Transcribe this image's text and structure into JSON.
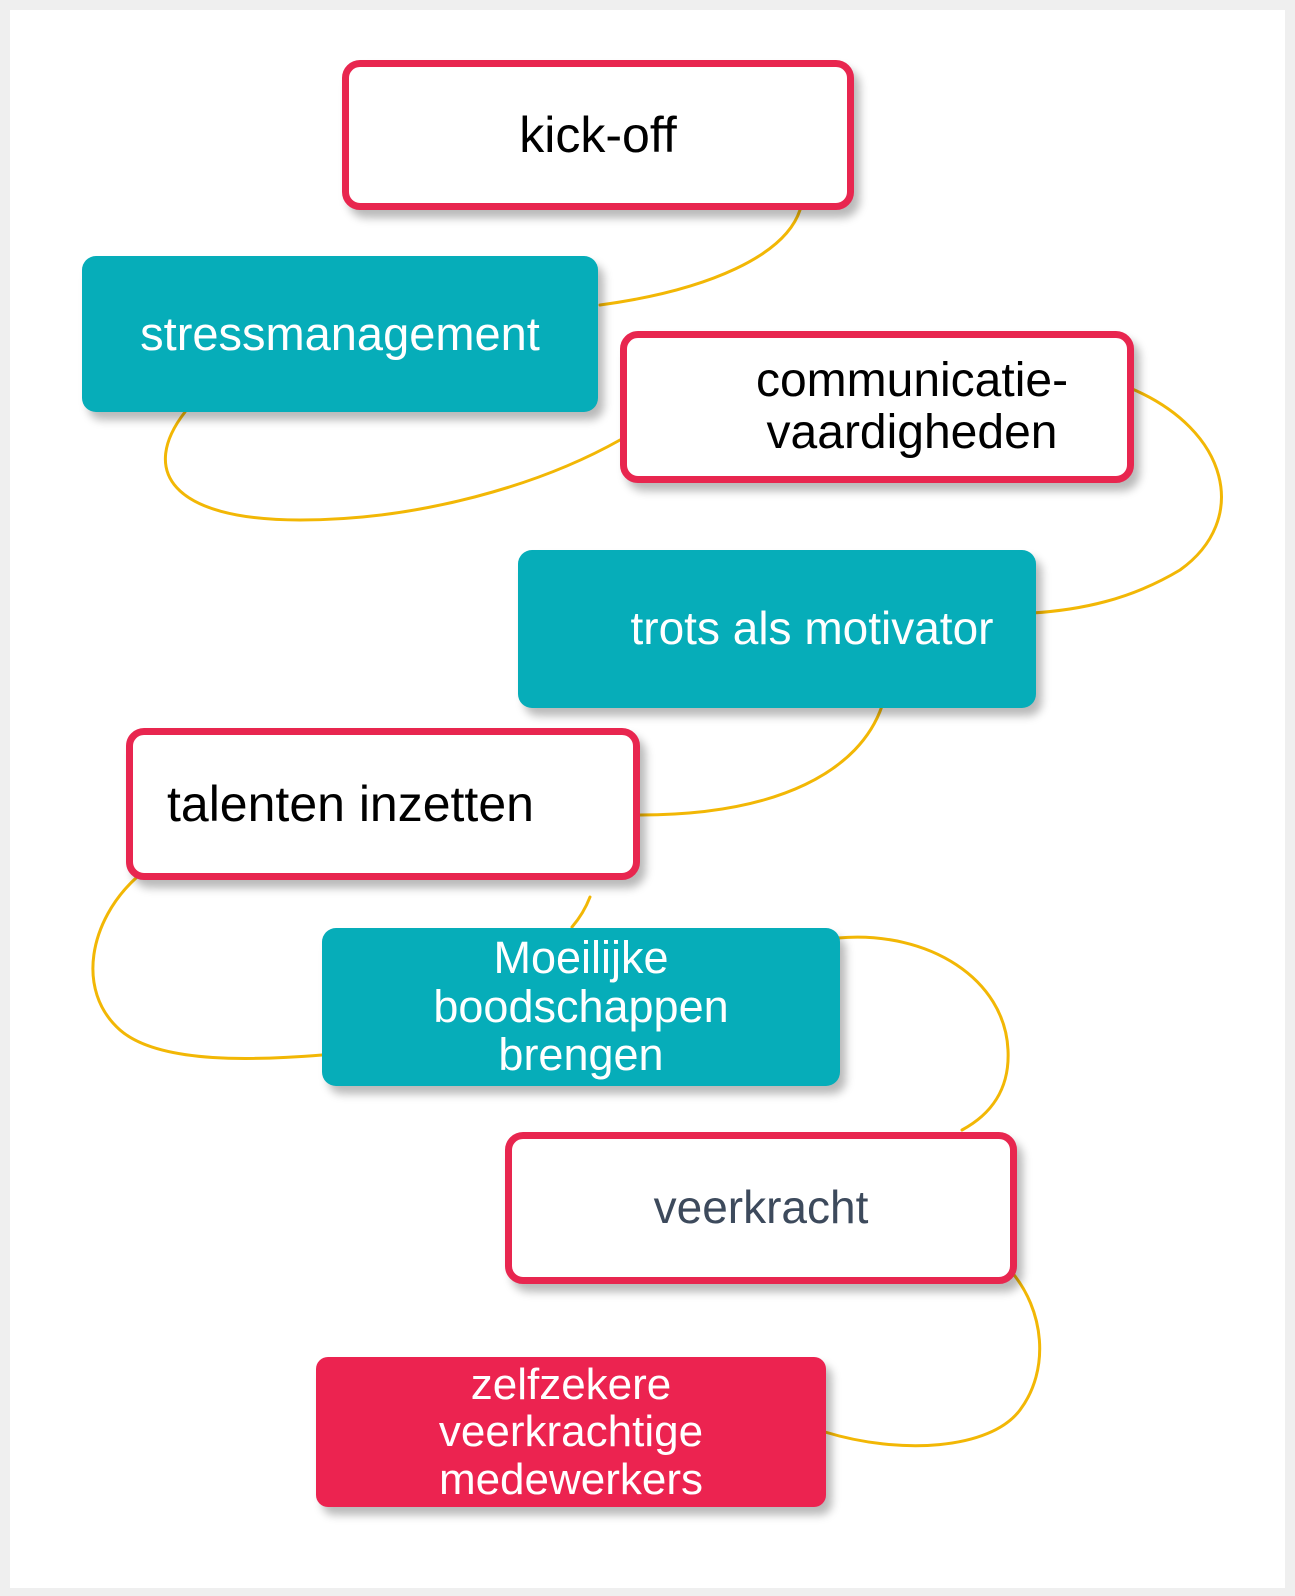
{
  "diagram": {
    "connector_color": "#f2b705",
    "steps": [
      {
        "label": "kick-off",
        "style": "outline"
      },
      {
        "label": "stressmanagement",
        "style": "teal"
      },
      {
        "label": "communicatie-\nvaardigheden",
        "style": "outline"
      },
      {
        "label": "trots als motivator",
        "style": "teal"
      },
      {
        "label": "talenten inzetten",
        "style": "outline"
      },
      {
        "label": "Moeilijke\nboodschappen\nbrengen",
        "style": "teal"
      },
      {
        "label": "veerkracht",
        "style": "outline",
        "text_color": "#3d4a5c"
      },
      {
        "label": "zelfzekere\nveerkrachtige\nmedewerkers",
        "style": "red"
      }
    ]
  }
}
